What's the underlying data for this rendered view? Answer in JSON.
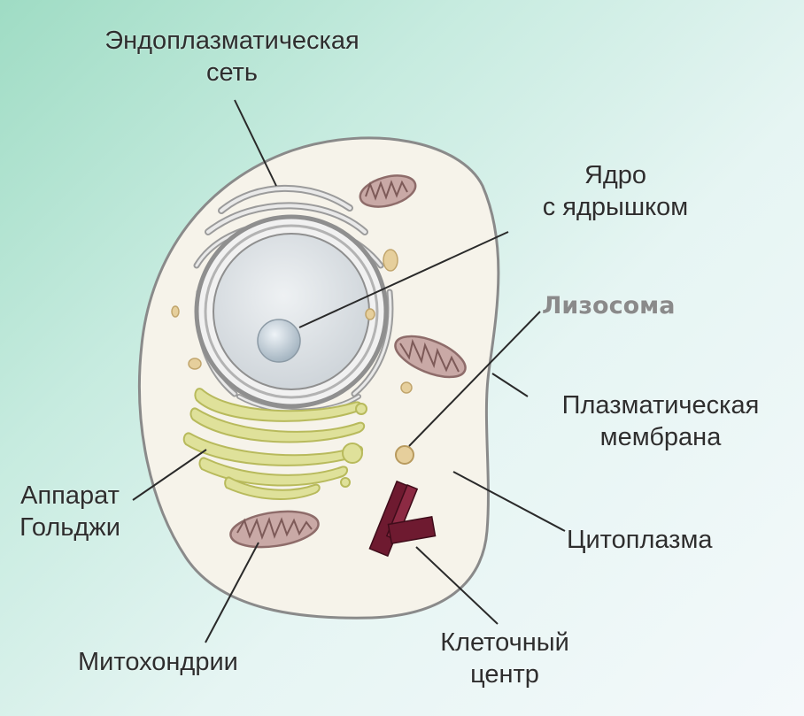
{
  "labels": {
    "er": [
      "Эндоплазматическая",
      "сеть"
    ],
    "nucleus": [
      "Ядро",
      "с ядрышком"
    ],
    "lysosome": "Лизосома",
    "membrane": [
      "Плазматическая",
      "мембрана"
    ],
    "golgi": [
      "Аппарат",
      "Гольджи"
    ],
    "cytoplasm": "Цитоплазма",
    "mitochondria": "Митохондрии",
    "centrosome": [
      "Клеточный",
      "центр"
    ]
  },
  "colors": {
    "cell_fill": "#f6f3ea",
    "cell_outline": "#8a8a8a",
    "nucleus": "#dfe3e7",
    "er": "#a8a8a8",
    "golgi": "#dfe19a",
    "mitochondrion": "#c9a9a6",
    "centrosome": "#6e1a30",
    "leader_line": "#2a2a2a"
  }
}
